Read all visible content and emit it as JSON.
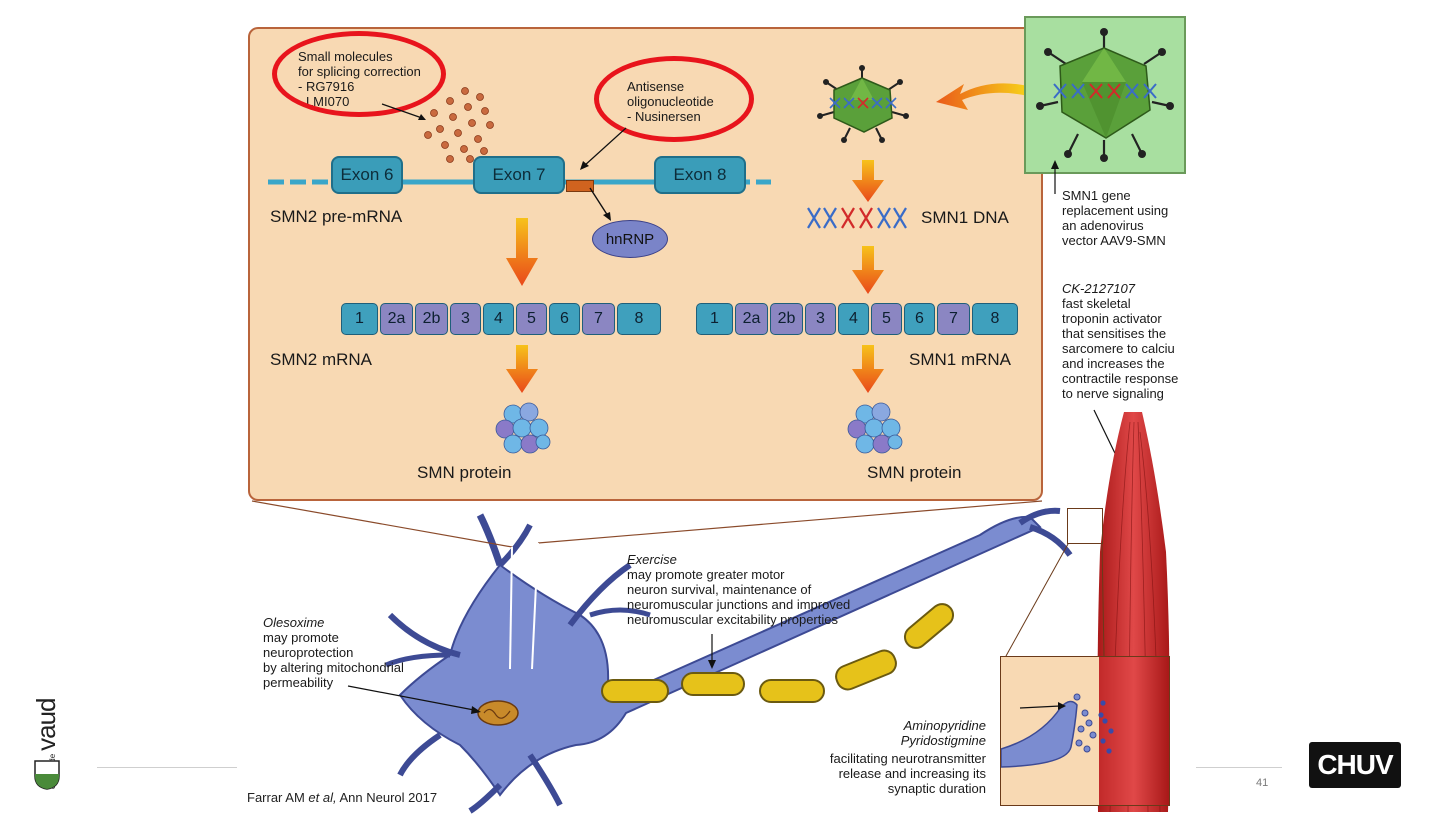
{
  "left_labels": {
    "small_molecules": [
      "Small molecules",
      "for splicing correction",
      "- RG7916",
      "- LMI070"
    ],
    "antisense": [
      "Antisense",
      "oligonucleotide",
      "- Nusinersen"
    ]
  },
  "pre_mrna": {
    "exons": [
      "Exon 6",
      "Exon 7",
      "Exon 8"
    ],
    "label": "SMN2 pre-mRNA",
    "hnrnp": "hnRNP"
  },
  "mrna_segments": [
    "1",
    "2a",
    "2b",
    "3",
    "4",
    "5",
    "6",
    "7",
    "8"
  ],
  "smn2_mrna_label": "SMN2 mRNA",
  "smn1_mrna_label": "SMN1 mRNA",
  "smn1_dna_label": "SMN1 DNA",
  "protein_label": "SMN protein",
  "gene_replacement": [
    "SMN1 gene",
    "replacement using",
    "an adenovirus",
    "vector AAV9-SMN"
  ],
  "ck": {
    "title": "CK-2127107",
    "lines": [
      "fast skeletal",
      "troponin activator",
      "that sensitises the",
      "sarcomere to calciu",
      "and increases the",
      "contractile response",
      "to nerve signaling"
    ]
  },
  "exercise": {
    "title": "Exercise",
    "lines": [
      "may promote greater motor",
      "neuron survival, maintenance of",
      "neuromuscular junctions and improved",
      "neuromuscular excitability properties"
    ]
  },
  "olesoxime": {
    "title": "Olesoxime",
    "lines": [
      "may promote",
      "neuroprotection",
      "by altering mitochondrial",
      "permeability"
    ]
  },
  "aminopyridine": {
    "title_lines": [
      "Aminopyridine",
      "Pyridostigmine"
    ],
    "lines": [
      "facilitating neurotransmitter",
      "release and increasing its",
      "synaptic duration"
    ]
  },
  "citation": {
    "author": "Farrar AM ",
    "etal": "et al,",
    "journal": " Ann Neurol 2017"
  },
  "page_number": "41",
  "logos": {
    "vaud_small": "canton de",
    "vaud_big": "vaud",
    "chuv": "CHUV"
  },
  "colors": {
    "panel": "#f8d9b3",
    "panel_border": "#b9643b",
    "exon": "#3a9db9",
    "neuron": "#7b8cd0",
    "myelin": "#e6c21a",
    "muscle": "#d63a3a",
    "highlight_ring": "#e8141c",
    "virus": "#5a9e3a",
    "arrow": "#f29a1a"
  }
}
